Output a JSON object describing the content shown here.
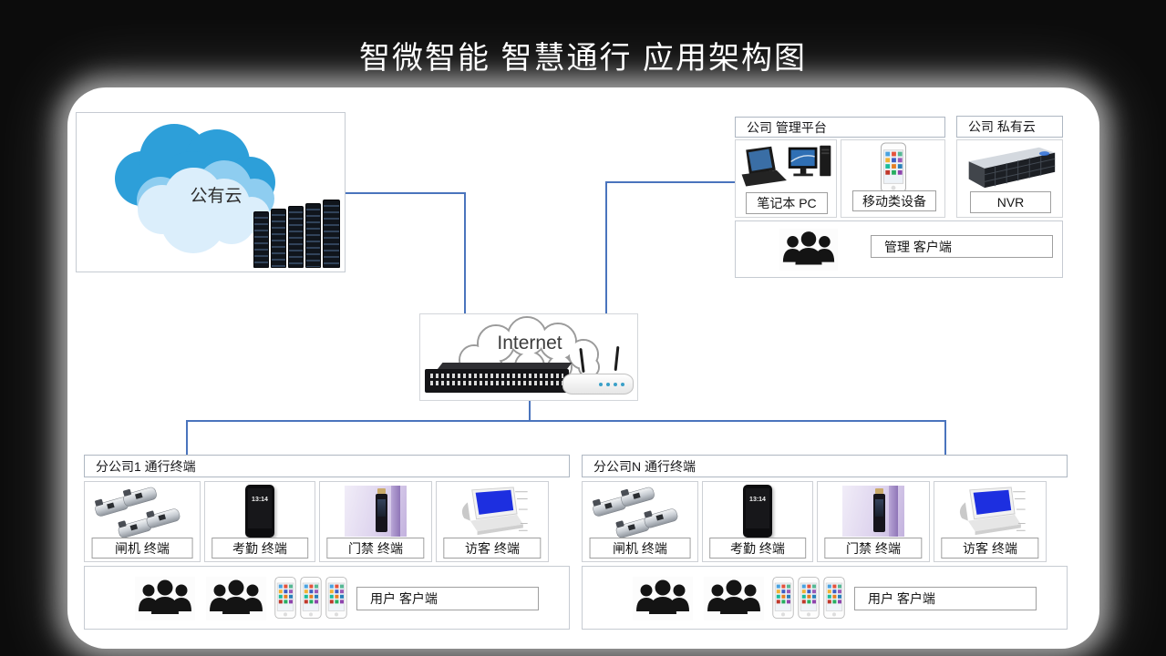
{
  "title": "智微智能 智慧通行 应用架构图",
  "colors": {
    "background": "#0c0c0c",
    "panel": "#ffffff",
    "connector_blue": "#4a74bd"
  },
  "public_cloud": {
    "label": "公有云"
  },
  "internet": {
    "label": "Internet"
  },
  "management_platform": {
    "header": "公司 管理平台",
    "devices": [
      {
        "label": "笔记本 PC"
      },
      {
        "label": "移动类设备"
      }
    ],
    "client_row": {
      "label": "管理 客户端"
    }
  },
  "private_cloud": {
    "header": "公司 私有云",
    "device_label": "NVR"
  },
  "branches": [
    {
      "header": "分公司1 通行终端",
      "terminals": [
        {
          "label": "闸机 终端"
        },
        {
          "label": "考勤 终端",
          "screen_time": "13:14"
        },
        {
          "label": "门禁 终端"
        },
        {
          "label": "访客 终端"
        }
      ],
      "client_row": {
        "label": "用户 客户端"
      }
    },
    {
      "header": "分公司N 通行终端",
      "terminals": [
        {
          "label": "闸机 终端"
        },
        {
          "label": "考勤 终端",
          "screen_time": "13:14"
        },
        {
          "label": "门禁 终端"
        },
        {
          "label": "访客 终端"
        }
      ],
      "client_row": {
        "label": "用户 客户端"
      }
    }
  ]
}
